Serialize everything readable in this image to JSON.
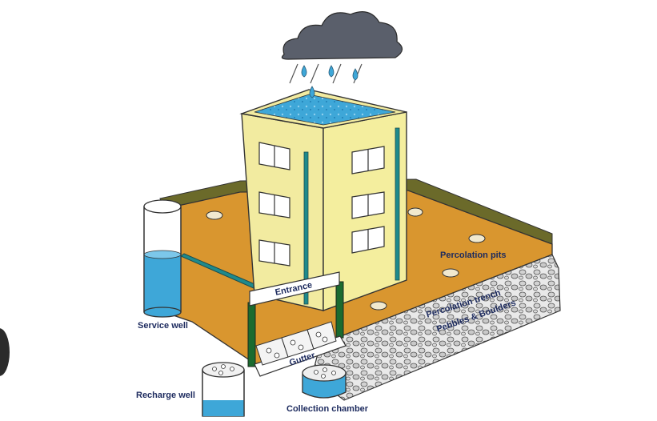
{
  "labels": {
    "service_well": "Service well",
    "recharge_well": "Recharge well",
    "collection_chamber": "Collection chamber",
    "percolation_pits": "Percolation pits",
    "percolation_trench": "Percolation trench",
    "pebbles_boulders": "Pebbles & Boulders",
    "entrance": "Entrance",
    "gutter": "Gutter"
  },
  "colors": {
    "ground": "#d9962f",
    "building": "#f2eba0",
    "water": "#3ea7d8",
    "pipe": "#1e8a8c",
    "cloud": "#5a5f6b",
    "outline": "#2a2a2a",
    "label_text": "#1c2a5e"
  },
  "icons": [
    "rain-cloud-icon",
    "raindrop-icon"
  ]
}
